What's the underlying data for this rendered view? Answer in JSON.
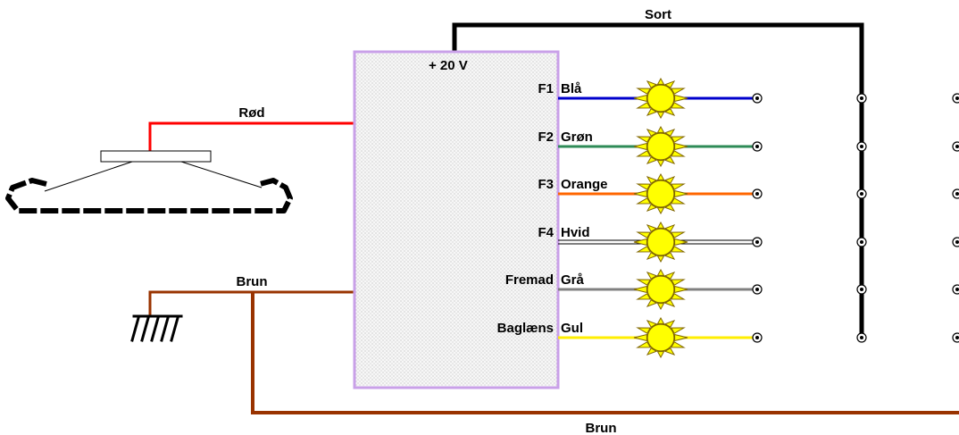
{
  "labels": {
    "sort": "Sort",
    "plus20v": "+ 20 V",
    "rod": "Rød",
    "brun_left": "Brun",
    "brun_bottom": "Brun"
  },
  "outputs": [
    {
      "fn": "F1",
      "color_name": "Blå",
      "color": "#0000cc"
    },
    {
      "fn": "F2",
      "color_name": "Grøn",
      "color": "#2e8b57"
    },
    {
      "fn": "F3",
      "color_name": "Orange",
      "color": "#ff6600"
    },
    {
      "fn": "F4",
      "color_name": "Hvid",
      "color": "#ffffff"
    },
    {
      "fn": "Fremad",
      "color_name": "Grå",
      "color": "#808080"
    },
    {
      "fn": "Baglæns",
      "color_name": "Gul",
      "color": "#ffee00"
    }
  ],
  "colors": {
    "red_wire": "#ff0000",
    "brown_wire": "#993300",
    "black_wire": "#000000",
    "decoder_border": "#c9a0e8",
    "lamp_fill": "#ffff00",
    "lamp_stroke": "#806600"
  }
}
